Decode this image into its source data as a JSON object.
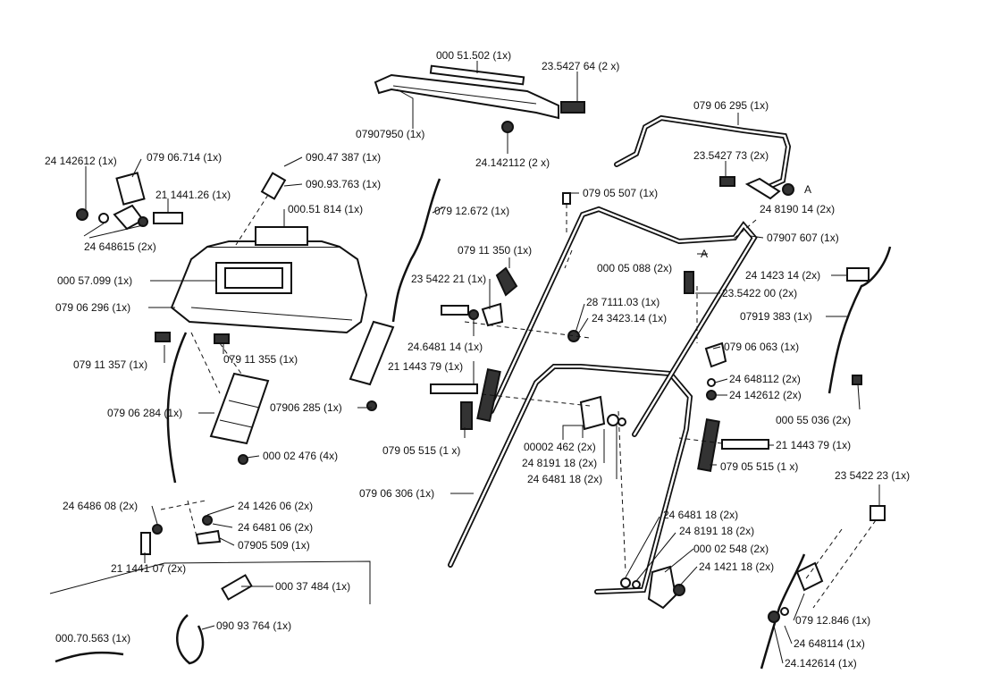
{
  "labels": {
    "l01": "000 51.502 (1x)",
    "l02": "23.5427 64 (2 x)",
    "l03": "07907950 (1x)",
    "l04": "24.142112 (2 x)",
    "l05": "079 06 295 (1x)",
    "l06": "23.5427 73 (2x)",
    "l07": "A",
    "l08": "24 8190 14 (2x)",
    "l09": "24 142612 (1x)",
    "l10": "079 06.714 (1x)",
    "l11": "090.47 387 (1x)",
    "l12": "21 1441.26 (1x)",
    "l13": "090.93.763 (1x)",
    "l14": "000.51 814 (1x)",
    "l15": "24 648615 (2x)",
    "l16": "079 12.672 (1x)",
    "l17": "079 05 507 (1x)",
    "l18": "07907 607 (1x)",
    "l19": "079 11 350 (1x)",
    "l20": "A",
    "l21": "000 05 088 (2x)",
    "l22": "24 1423 14 (2x)",
    "l23": "000 57.099 (1x)",
    "l24": "23 5422 21 (1x)",
    "l25": "23.5422 00 (2x)",
    "l26": "079 06 296 (1x)",
    "l27": "28 7111.03 (1x)",
    "l28": "24 3423.14 (1x)",
    "l29": "07919 383 (1x)",
    "l30": "24.6481 14 (1x)",
    "l31": "079 06 063 (1x)",
    "l32": "079 11 357 (1x)",
    "l33": "079 11 355 (1x)",
    "l34": "21 1443 79 (1x)",
    "l35": "24 648112 (2x)",
    "l36": "24 142612 (2x)",
    "l37": "079 06 284 (1x)",
    "l38": "07906 285 (1x)",
    "l39": "000 55 036 (2x)",
    "l40": "00002 462 (2x)",
    "l41": "21 1443 79 (1x)",
    "l42": "079 05 515 (1 x)",
    "l43": "24 8191 18 (2x)",
    "l44": "000 02 476 (4x)",
    "l45": "24 6481 18 (2x)",
    "l46": "079 05 515 (1 x)",
    "l47": "23 5422 23 (1x)",
    "l48": "079 06 306 (1x)",
    "l49": "24 6486 08 (2x)",
    "l50": "24 1426 06 (2x)",
    "l51": "24 6481 06 (2x)",
    "l52": "24 6481 18 (2x)",
    "l53": "07905 509 (1x)",
    "l54": "24 8191 18 (2x)",
    "l55": "21 1441 07 (2x)",
    "l56": "000 02 548 (2x)",
    "l57": "24 1421 18 (2x)",
    "l58": "000 37 484 (1x)",
    "l59": "079 12.846 (1x)",
    "l60": "090 93 764 (1x)",
    "l61": "000.70.563 (1x)",
    "l62": "24 648114 (1x)",
    "l63": "24.142614 (1x)"
  }
}
